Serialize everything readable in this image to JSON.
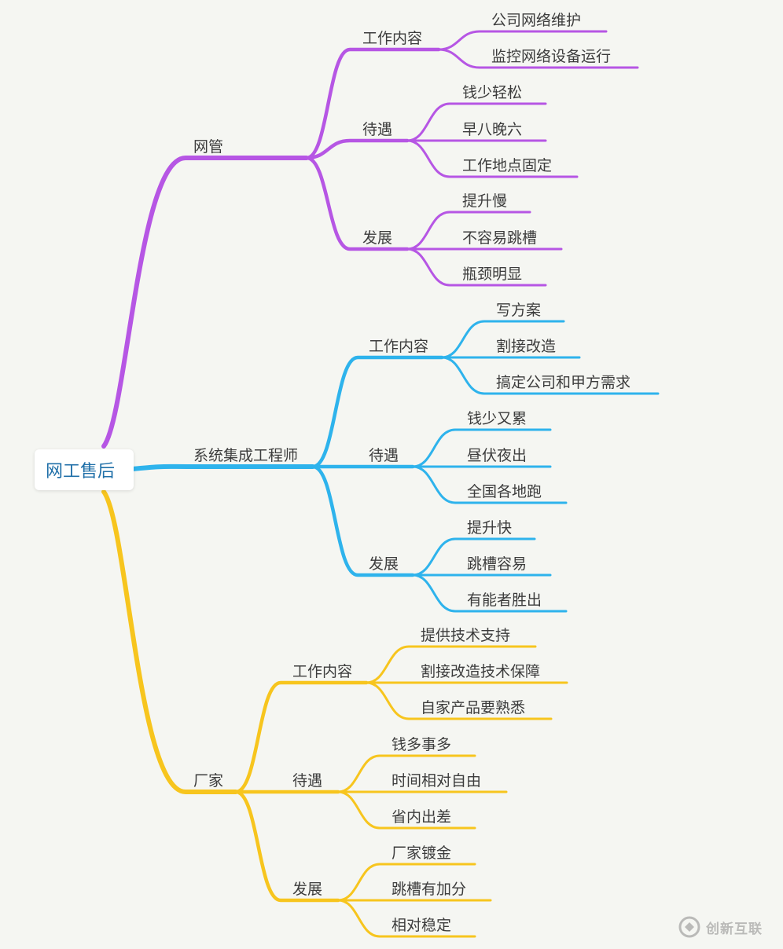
{
  "root": "网工售后",
  "branches": [
    {
      "label": "网管",
      "color": "#b656e4",
      "groups": [
        {
          "label": "工作内容",
          "items": [
            "公司网络维护",
            "监控网络设备运行"
          ]
        },
        {
          "label": "待遇",
          "items": [
            "钱少轻松",
            "早八晚六",
            "工作地点固定"
          ]
        },
        {
          "label": "发展",
          "items": [
            "提升慢",
            "不容易跳槽",
            "瓶颈明显"
          ]
        }
      ]
    },
    {
      "label": "系统集成工程师",
      "color": "#2eb3ec",
      "groups": [
        {
          "label": "工作内容",
          "items": [
            "写方案",
            "割接改造",
            "搞定公司和甲方需求"
          ]
        },
        {
          "label": "待遇",
          "items": [
            "钱少又累",
            "昼伏夜出",
            "全国各地跑"
          ]
        },
        {
          "label": "发展",
          "items": [
            "提升快",
            "跳槽容易",
            "有能者胜出"
          ]
        }
      ]
    },
    {
      "label": "厂家",
      "color": "#f7c51e",
      "groups": [
        {
          "label": "工作内容",
          "items": [
            "提供技术支持",
            "割接改造技术保障",
            "自家产品要熟悉"
          ]
        },
        {
          "label": "待遇",
          "items": [
            "钱多事多",
            "时间相对自由",
            "省内出差"
          ]
        },
        {
          "label": "发展",
          "items": [
            "厂家镀金",
            "跳槽有加分",
            "相对稳定"
          ]
        }
      ]
    }
  ],
  "watermark": {
    "text": "创新互联",
    "icon": "logo-icon"
  }
}
